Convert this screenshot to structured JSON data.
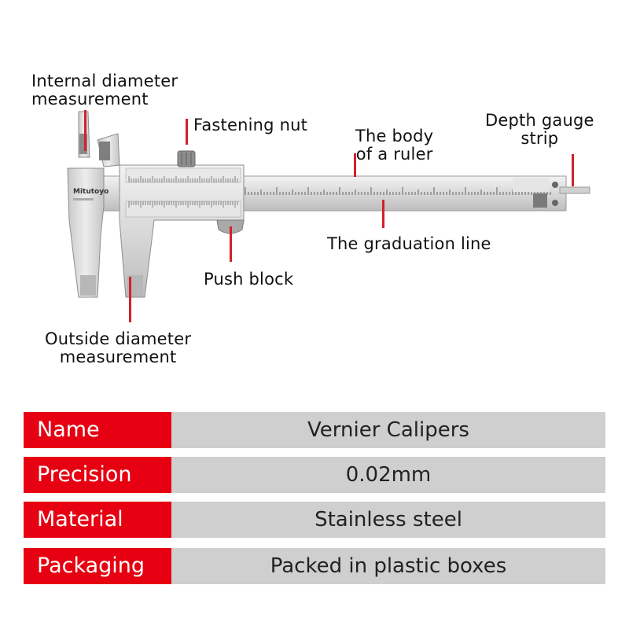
{
  "callouts": {
    "internal_diameter": [
      "Internal diameter",
      "measurement"
    ],
    "fastening_nut": "Fastening nut",
    "ruler_body": [
      "The body",
      "of a ruler"
    ],
    "depth_gauge": [
      "Depth gauge",
      "strip"
    ],
    "graduation_line": "The graduation line",
    "push_block": "Push block",
    "outside_diameter": [
      "Outside diameter",
      "measurement"
    ]
  },
  "brand": "Mitutoyo",
  "specs": [
    {
      "key": "Name",
      "value": "Vernier Calipers"
    },
    {
      "key": "Precision",
      "value": "0.02mm"
    },
    {
      "key": "Material",
      "value": "Stainless steel"
    },
    {
      "key": "Packaging",
      "value": "Packed in plastic boxes"
    }
  ],
  "colors": {
    "accent": "#e60012",
    "value_bg": "#cfcfcf",
    "leader": "#d4202a"
  }
}
